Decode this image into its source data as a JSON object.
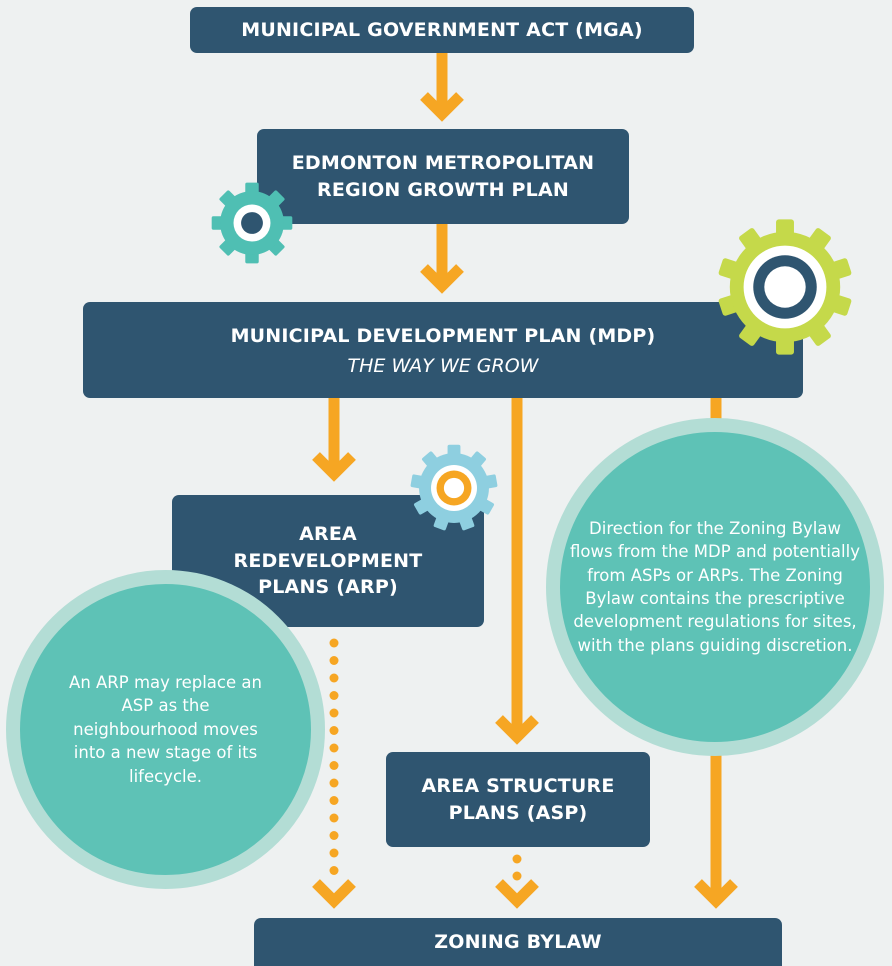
{
  "boxes": {
    "mga": "MUNICIPAL GOVERNMENT ACT (MGA)",
    "growth_plan": "EDMONTON METROPOLITAN REGION GROWTH PLAN",
    "mdp": "MUNICIPAL DEVELOPMENT PLAN (MDP)",
    "mdp_subtitle": "THE WAY WE GROW",
    "arp": "AREA REDEVELOPMENT PLANS (ARP)",
    "asp": "AREA STRUCTURE PLANS (ASP)",
    "zoning": "ZONING BYLAW"
  },
  "notes": {
    "arp_note": "An ARP may replace an ASP as the neighbourhood moves into a new stage of its lifecycle.",
    "zoning_note": "Direction for the Zoning Bylaw flows from the MDP and potentially from ASPs or ARPs. The Zoning Bylaw contains the prescriptive development regulations for sites, with the plans guiding discretion."
  },
  "icons": [
    "gear-icon-teal",
    "gear-icon-lime",
    "gear-icon-light-blue"
  ],
  "colors": {
    "box": "#2f5570",
    "arrow": "#f6a623",
    "circle_fill": "#5ec2b6",
    "circle_ring": "#b3ddd5",
    "gear_teal": "#4fbfb3",
    "gear_lime": "#c5d94a",
    "gear_light_blue": "#8ecfe0",
    "background": "#eef1f1"
  }
}
